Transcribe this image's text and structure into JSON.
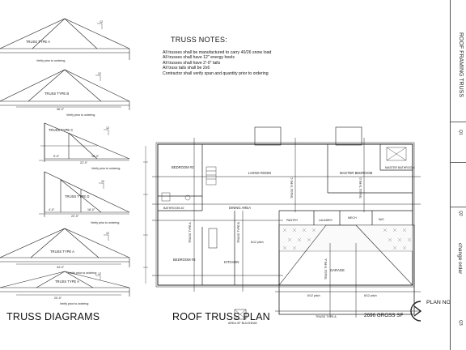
{
  "truss_notes": {
    "title": "TRUSS NOTES:",
    "items": [
      "All trusses shall be manufactured to carry 40/26 snow load",
      "All trusses shall have 12\" energy heels",
      "All trusses shall have 2'-0\" tails",
      "All truss tails shall be 2x6",
      "Contractor shall verify span and quantity prior to ordering"
    ]
  },
  "trusses": [
    {
      "label": "TRUSS TYPE A",
      "span": "",
      "note": "Verify prior to ordering",
      "pitch": "12"
    },
    {
      "label": "TRUSS TYPE B",
      "span": "36'-0\"",
      "note": "Verify prior to ordering",
      "pitch": "12"
    },
    {
      "label": "TRUSS TYPE C",
      "span": "22'-0\"",
      "note": "Verify prior to ordering",
      "pitch": "12",
      "left_dim": "5'-0\"",
      "right_dim": "16'-0\""
    },
    {
      "label": "TRUSS TYPE D",
      "span": "22'-0\"",
      "note": "Verify prior to ordering",
      "pitch": "12",
      "left_dim": "4'-0\"",
      "right_dim": "18'-0\""
    },
    {
      "label": "TRUSS TYPE A",
      "span": "34'-0\"",
      "note": "Verify prior to ordering",
      "pitch": "12"
    },
    {
      "label": "TRUSS TYPE A",
      "span": "20'-0\"",
      "note": "Verify prior to ordering",
      "pitch": "12"
    }
  ],
  "plan_labels": {
    "bedroom2": "BEDROOM #2",
    "bedroom3": "BEDROOM #3",
    "bath2": "BATHROOM #2",
    "living": "LIVING ROOM",
    "dining": "DINING AREA",
    "kitchen": "KITCHEN",
    "master_bed": "MASTER BEDROOM",
    "master_bath": "MASTER BATHROOM",
    "pantry": "PANTRY",
    "laundry": "LAUNDRY",
    "mech": "MECH",
    "wic": "W/C",
    "garage": "GARAGE",
    "truss_a": "TRUSS TYPE A",
    "truss_b": "TRUSS TYPE B",
    "truss_c": "TRUSS TYPE C",
    "truss_d": "TRUSS TYPE D",
    "pitch": "6/12 pitch",
    "bulkhead": "AREA OF BULKHEAD"
  },
  "bottom_titles": {
    "diagrams": "TRUSS DIAGRAMS",
    "plan": "ROOF TRUSS PLAN",
    "area": "2696 GROSS SF",
    "plan_no": "PLAN NO"
  },
  "title_block": {
    "sheet_title": "ROOF FRAMING TRUSS",
    "change_order": "change order",
    "marks": [
      "Q1",
      "Q2",
      "Q3"
    ]
  }
}
